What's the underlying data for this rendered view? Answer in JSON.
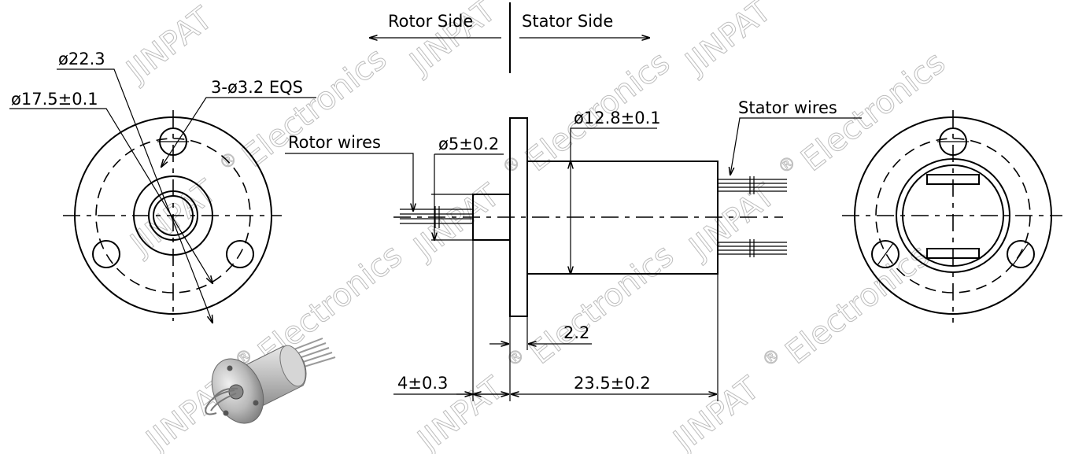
{
  "labels": {
    "rotor_side": "Rotor Side",
    "stator_side": "Stator Side",
    "dia_22_3": "ø22.3",
    "dia_17_5": "ø17.5±0.1",
    "holes": "3-ø3.2 EQS",
    "rotor_wires": "Rotor wires",
    "dia_5": "ø5±0.2",
    "dia_12_8": "ø12.8±0.1",
    "stator_wires": "Stator wires",
    "dim_2_2": "2.2",
    "dim_4": "4±0.3",
    "dim_23_5": "23.5±0.2"
  },
  "watermark": {
    "brand": "JINPAT",
    "registered": "®",
    "company": "Electronics"
  }
}
